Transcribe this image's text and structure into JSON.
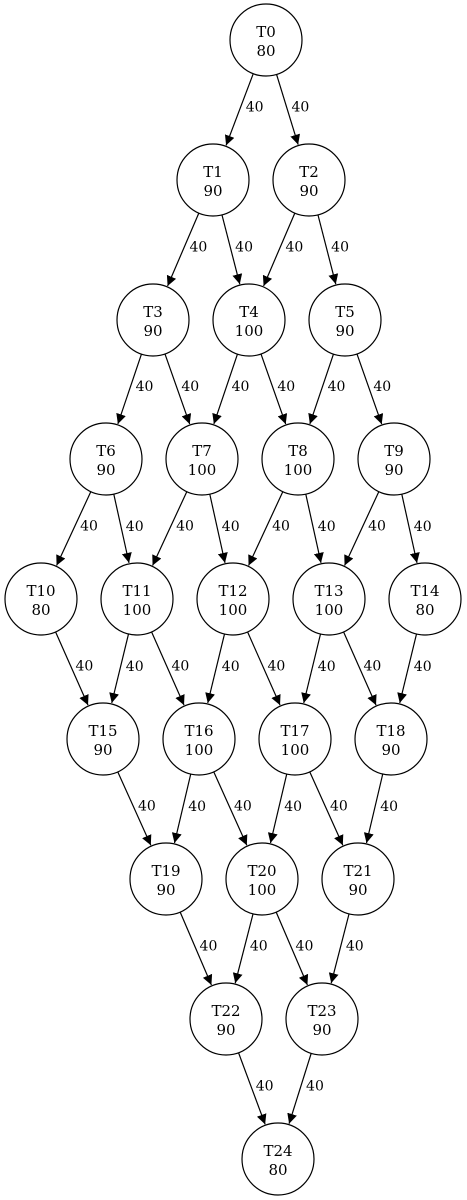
{
  "nodes": [
    {
      "id": "T0",
      "name": "T0",
      "weight": "80"
    },
    {
      "id": "T1",
      "name": "T1",
      "weight": "90"
    },
    {
      "id": "T2",
      "name": "T2",
      "weight": "90"
    },
    {
      "id": "T3",
      "name": "T3",
      "weight": "90"
    },
    {
      "id": "T4",
      "name": "T4",
      "weight": "100"
    },
    {
      "id": "T5",
      "name": "T5",
      "weight": "90"
    },
    {
      "id": "T6",
      "name": "T6",
      "weight": "90"
    },
    {
      "id": "T7",
      "name": "T7",
      "weight": "100"
    },
    {
      "id": "T8",
      "name": "T8",
      "weight": "100"
    },
    {
      "id": "T9",
      "name": "T9",
      "weight": "90"
    },
    {
      "id": "T10",
      "name": "T10",
      "weight": "80"
    },
    {
      "id": "T11",
      "name": "T11",
      "weight": "100"
    },
    {
      "id": "T12",
      "name": "T12",
      "weight": "100"
    },
    {
      "id": "T13",
      "name": "T13",
      "weight": "100"
    },
    {
      "id": "T14",
      "name": "T14",
      "weight": "80"
    },
    {
      "id": "T15",
      "name": "T15",
      "weight": "90"
    },
    {
      "id": "T16",
      "name": "T16",
      "weight": "100"
    },
    {
      "id": "T17",
      "name": "T17",
      "weight": "100"
    },
    {
      "id": "T18",
      "name": "T18",
      "weight": "90"
    },
    {
      "id": "T19",
      "name": "T19",
      "weight": "90"
    },
    {
      "id": "T20",
      "name": "T20",
      "weight": "100"
    },
    {
      "id": "T21",
      "name": "T21",
      "weight": "90"
    },
    {
      "id": "T22",
      "name": "T22",
      "weight": "90"
    },
    {
      "id": "T23",
      "name": "T23",
      "weight": "90"
    },
    {
      "id": "T24",
      "name": "T24",
      "weight": "80"
    }
  ],
  "edges": [
    {
      "from": "T0",
      "to": "T1",
      "label": "40"
    },
    {
      "from": "T0",
      "to": "T2",
      "label": "40"
    },
    {
      "from": "T1",
      "to": "T3",
      "label": "40"
    },
    {
      "from": "T1",
      "to": "T4",
      "label": "40"
    },
    {
      "from": "T2",
      "to": "T4",
      "label": "40"
    },
    {
      "from": "T2",
      "to": "T5",
      "label": "40"
    },
    {
      "from": "T3",
      "to": "T6",
      "label": "40"
    },
    {
      "from": "T3",
      "to": "T7",
      "label": "40"
    },
    {
      "from": "T4",
      "to": "T7",
      "label": "40"
    },
    {
      "from": "T4",
      "to": "T8",
      "label": "40"
    },
    {
      "from": "T5",
      "to": "T8",
      "label": "40"
    },
    {
      "from": "T5",
      "to": "T9",
      "label": "40"
    },
    {
      "from": "T6",
      "to": "T10",
      "label": "40"
    },
    {
      "from": "T6",
      "to": "T11",
      "label": "40"
    },
    {
      "from": "T7",
      "to": "T11",
      "label": "40"
    },
    {
      "from": "T7",
      "to": "T12",
      "label": "40"
    },
    {
      "from": "T8",
      "to": "T12",
      "label": "40"
    },
    {
      "from": "T8",
      "to": "T13",
      "label": "40"
    },
    {
      "from": "T9",
      "to": "T13",
      "label": "40"
    },
    {
      "from": "T9",
      "to": "T14",
      "label": "40"
    },
    {
      "from": "T10",
      "to": "T15",
      "label": "40"
    },
    {
      "from": "T11",
      "to": "T15",
      "label": "40"
    },
    {
      "from": "T11",
      "to": "T16",
      "label": "40"
    },
    {
      "from": "T12",
      "to": "T16",
      "label": "40"
    },
    {
      "from": "T12",
      "to": "T17",
      "label": "40"
    },
    {
      "from": "T13",
      "to": "T17",
      "label": "40"
    },
    {
      "from": "T13",
      "to": "T18",
      "label": "40"
    },
    {
      "from": "T14",
      "to": "T18",
      "label": "40"
    },
    {
      "from": "T15",
      "to": "T19",
      "label": "40"
    },
    {
      "from": "T16",
      "to": "T19",
      "label": "40"
    },
    {
      "from": "T16",
      "to": "T20",
      "label": "40"
    },
    {
      "from": "T17",
      "to": "T20",
      "label": "40"
    },
    {
      "from": "T17",
      "to": "T21",
      "label": "40"
    },
    {
      "from": "T18",
      "to": "T21",
      "label": "40"
    },
    {
      "from": "T19",
      "to": "T22",
      "label": "40"
    },
    {
      "from": "T20",
      "to": "T22",
      "label": "40"
    },
    {
      "from": "T20",
      "to": "T23",
      "label": "40"
    },
    {
      "from": "T21",
      "to": "T23",
      "label": "40"
    },
    {
      "from": "T22",
      "to": "T24",
      "label": "40"
    },
    {
      "from": "T23",
      "to": "T24",
      "label": "40"
    }
  ]
}
